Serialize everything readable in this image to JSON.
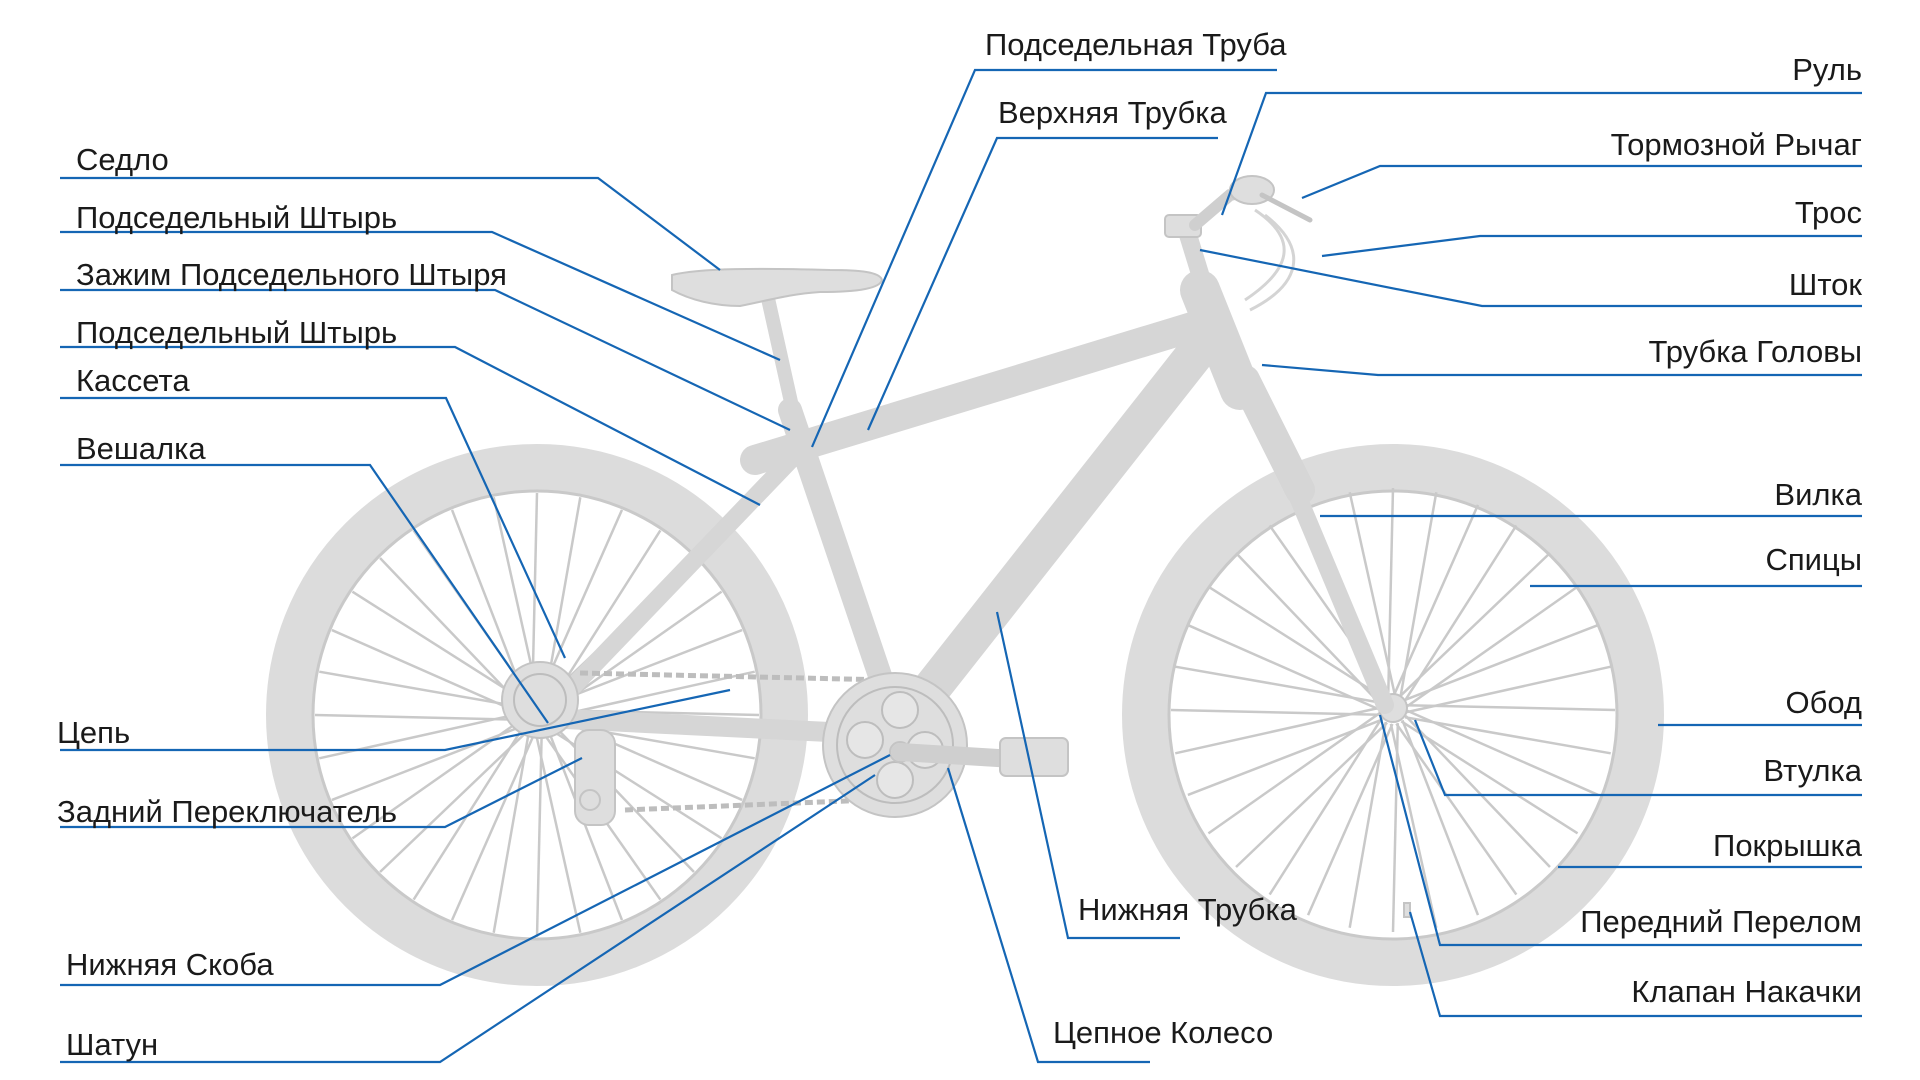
{
  "labels": {
    "saddle": "Седло",
    "seatpost_1": "Подседельный Штырь",
    "seatpost_clamp": "Зажим Подседельного Штыря",
    "seatpost_2": "Подседельный Штырь",
    "cassette": "Кассета",
    "hanger": "Вешалка",
    "chain": "Цепь",
    "rear_derailleur": "Задний Переключатель",
    "bottom_bracket": "Нижняя Скоба",
    "crank": "Шатун",
    "seat_tube": "Подседельная Труба",
    "top_tube": "Верхняя Трубка",
    "down_tube": "Нижняя Трубка",
    "chainring": "Цепное Колесо",
    "handlebar": "Руль",
    "brake_lever": "Тормозной Рычаг",
    "cable": "Трос",
    "stem": "Шток",
    "head_tube": "Трубка Головы",
    "fork": "Вилка",
    "spokes": "Спицы",
    "rim": "Обод",
    "hub": "Втулка",
    "tire": "Покрышка",
    "front_derailleur": "Передний Перелом",
    "valve": "Клапан Накачки"
  },
  "colors": {
    "leader_line": "#1566b4",
    "bike_gray": "#d6d6d6",
    "label_text": "#1a1a1a"
  }
}
